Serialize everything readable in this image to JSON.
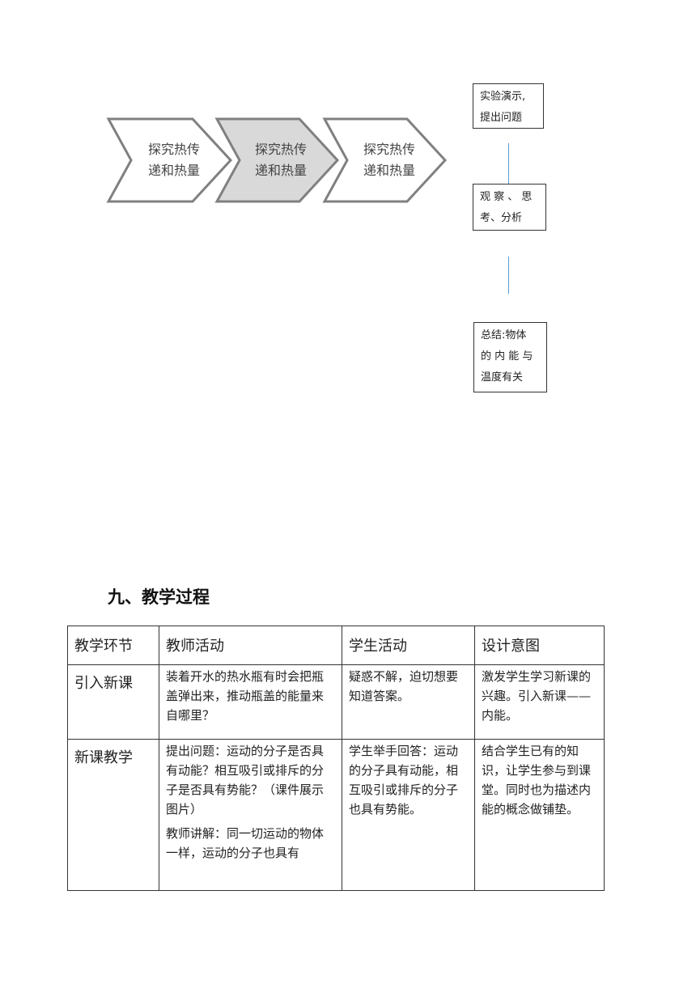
{
  "flow": {
    "chevrons": [
      {
        "label_line1": "探究热传",
        "label_line2": "递和热量",
        "fill": "#ffffff"
      },
      {
        "label_line1": "探究热传",
        "label_line2": "递和热量",
        "fill": "#d9d9d9"
      },
      {
        "label_line1": "探究热传",
        "label_line2": "递和热量",
        "fill": "#ffffff"
      }
    ],
    "steps": [
      {
        "line1": "实验演示,",
        "line2": "提出问题"
      },
      {
        "line1": "观 察 、 思",
        "line2": "考、分析"
      },
      {
        "line1": "总结:物体",
        "line2": "的 内 能 与",
        "line3": "温度有关"
      }
    ]
  },
  "section_title": "九、教学过程",
  "table": {
    "headers": [
      "教学环节",
      "教师活动",
      "学生活动",
      "设计意图"
    ],
    "rows": [
      {
        "stage": "引入新课",
        "teacher": [
          "装着开水的热水瓶有时会把瓶盖弹出来，推动瓶盖的能量来自哪里？"
        ],
        "student": "疑惑不解，迫切想要知道答案。",
        "intent": "激发学生学习新课的兴趣。引入新课——内能。"
      },
      {
        "stage": "新课教学",
        "teacher": [
          "提出问题：运动的分子是否具有动能？相互吸引或排斥的分子是否具有势能？（课件展示图片）",
          "教师讲解：同一切运动的物体一样，运动的分子也具有"
        ],
        "student": "学生举手回答：运动的分子具有动能，相互吸引或排斥的分子也具有势能。",
        "intent": "结合学生已有的知识，让学生参与到课堂。同时也为描述内能的概念做铺垫。"
      }
    ]
  }
}
